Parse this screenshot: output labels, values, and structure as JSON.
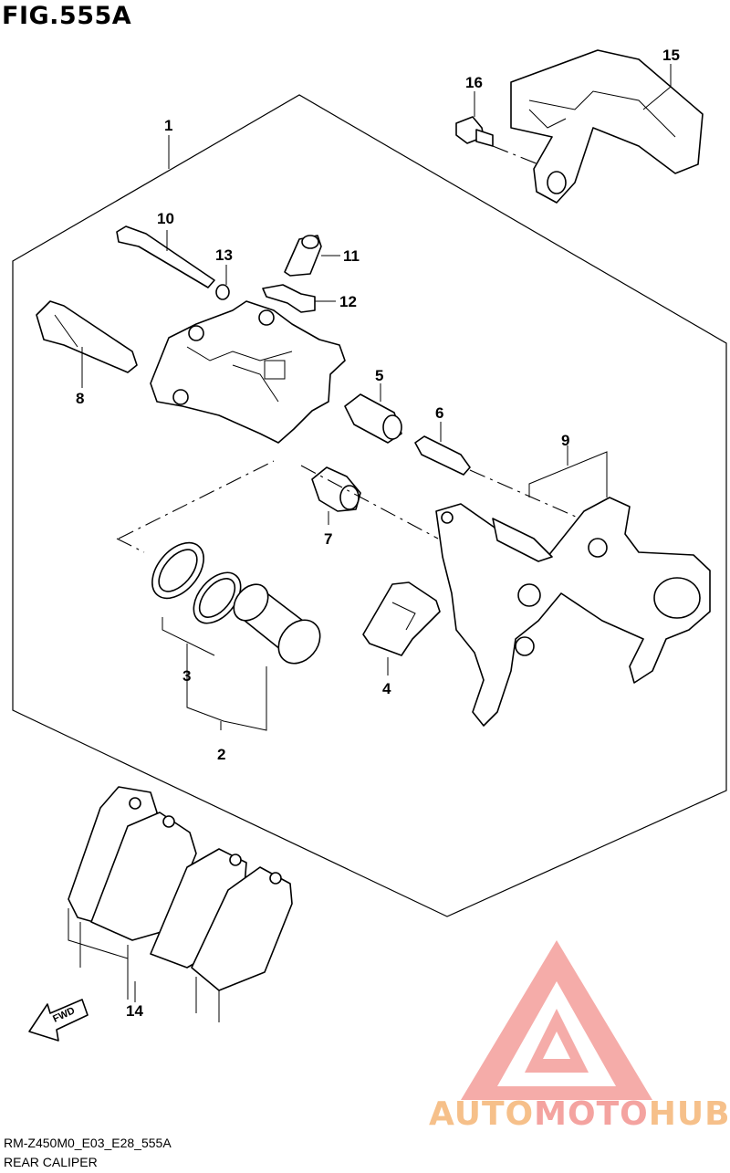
{
  "figure": {
    "title": "FIG.555A"
  },
  "callouts": [
    {
      "id": "c1",
      "label": "1"
    },
    {
      "id": "c2",
      "label": "2"
    },
    {
      "id": "c3",
      "label": "3"
    },
    {
      "id": "c4",
      "label": "4"
    },
    {
      "id": "c5",
      "label": "5"
    },
    {
      "id": "c6",
      "label": "6"
    },
    {
      "id": "c7",
      "label": "7"
    },
    {
      "id": "c8",
      "label": "8"
    },
    {
      "id": "c9",
      "label": "9"
    },
    {
      "id": "c10",
      "label": "10"
    },
    {
      "id": "c11",
      "label": "11"
    },
    {
      "id": "c12",
      "label": "12"
    },
    {
      "id": "c13",
      "label": "13"
    },
    {
      "id": "c14",
      "label": "14"
    },
    {
      "id": "c15",
      "label": "15"
    },
    {
      "id": "c16",
      "label": "16"
    }
  ],
  "fwd_label": "FWD",
  "footer": {
    "code": "RM-Z450M0_E03_E28_555A",
    "name": "REAR CALIPER"
  },
  "watermark": {
    "part1": "AUTO",
    "part2": "MOTO",
    "part3": "HUB",
    "colors": {
      "orange": "#f6c08a",
      "red": "#f4a3a0"
    }
  }
}
